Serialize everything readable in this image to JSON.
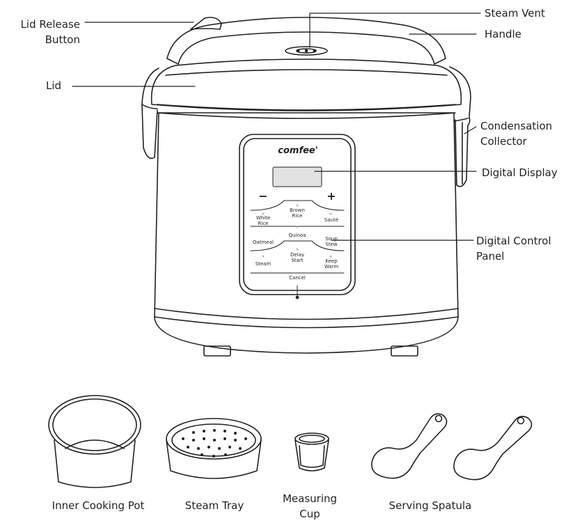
{
  "callouts": {
    "lid_release_button": [
      "Lid Release",
      "Button"
    ],
    "steam_vent": "Steam Vent",
    "handle": "Handle",
    "lid": "Lid",
    "condensation_collector": [
      "Condensation",
      "Collector"
    ],
    "digital_display": "Digital Display",
    "digital_control_panel": [
      "Digital Control",
      "Panel"
    ]
  },
  "control_panel": {
    "brand": "comfee'",
    "minus": "−",
    "plus": "+",
    "buttons": {
      "brown_rice": [
        "Brown",
        "Rice"
      ],
      "white_rice": [
        "White",
        "Rice"
      ],
      "saute": "Sauté",
      "quinoa": "Quinoa",
      "oatmeal": "Oatmeal",
      "soup_stew": [
        "Soup",
        "Stew"
      ],
      "delay_start": [
        "Delay",
        "Start"
      ],
      "steam": "Steam",
      "keep_warm": [
        "Keep",
        "Warm"
      ],
      "cancel": "Cancel"
    }
  },
  "accessories": {
    "inner_cooking_pot": "Inner Cooking Pot",
    "steam_tray": "Steam Tray",
    "measuring_cup": [
      "Measuring",
      "Cup"
    ],
    "serving_spatula": "Serving Spatula"
  },
  "colors": {
    "line": "#231f20",
    "background": "#ffffff"
  }
}
